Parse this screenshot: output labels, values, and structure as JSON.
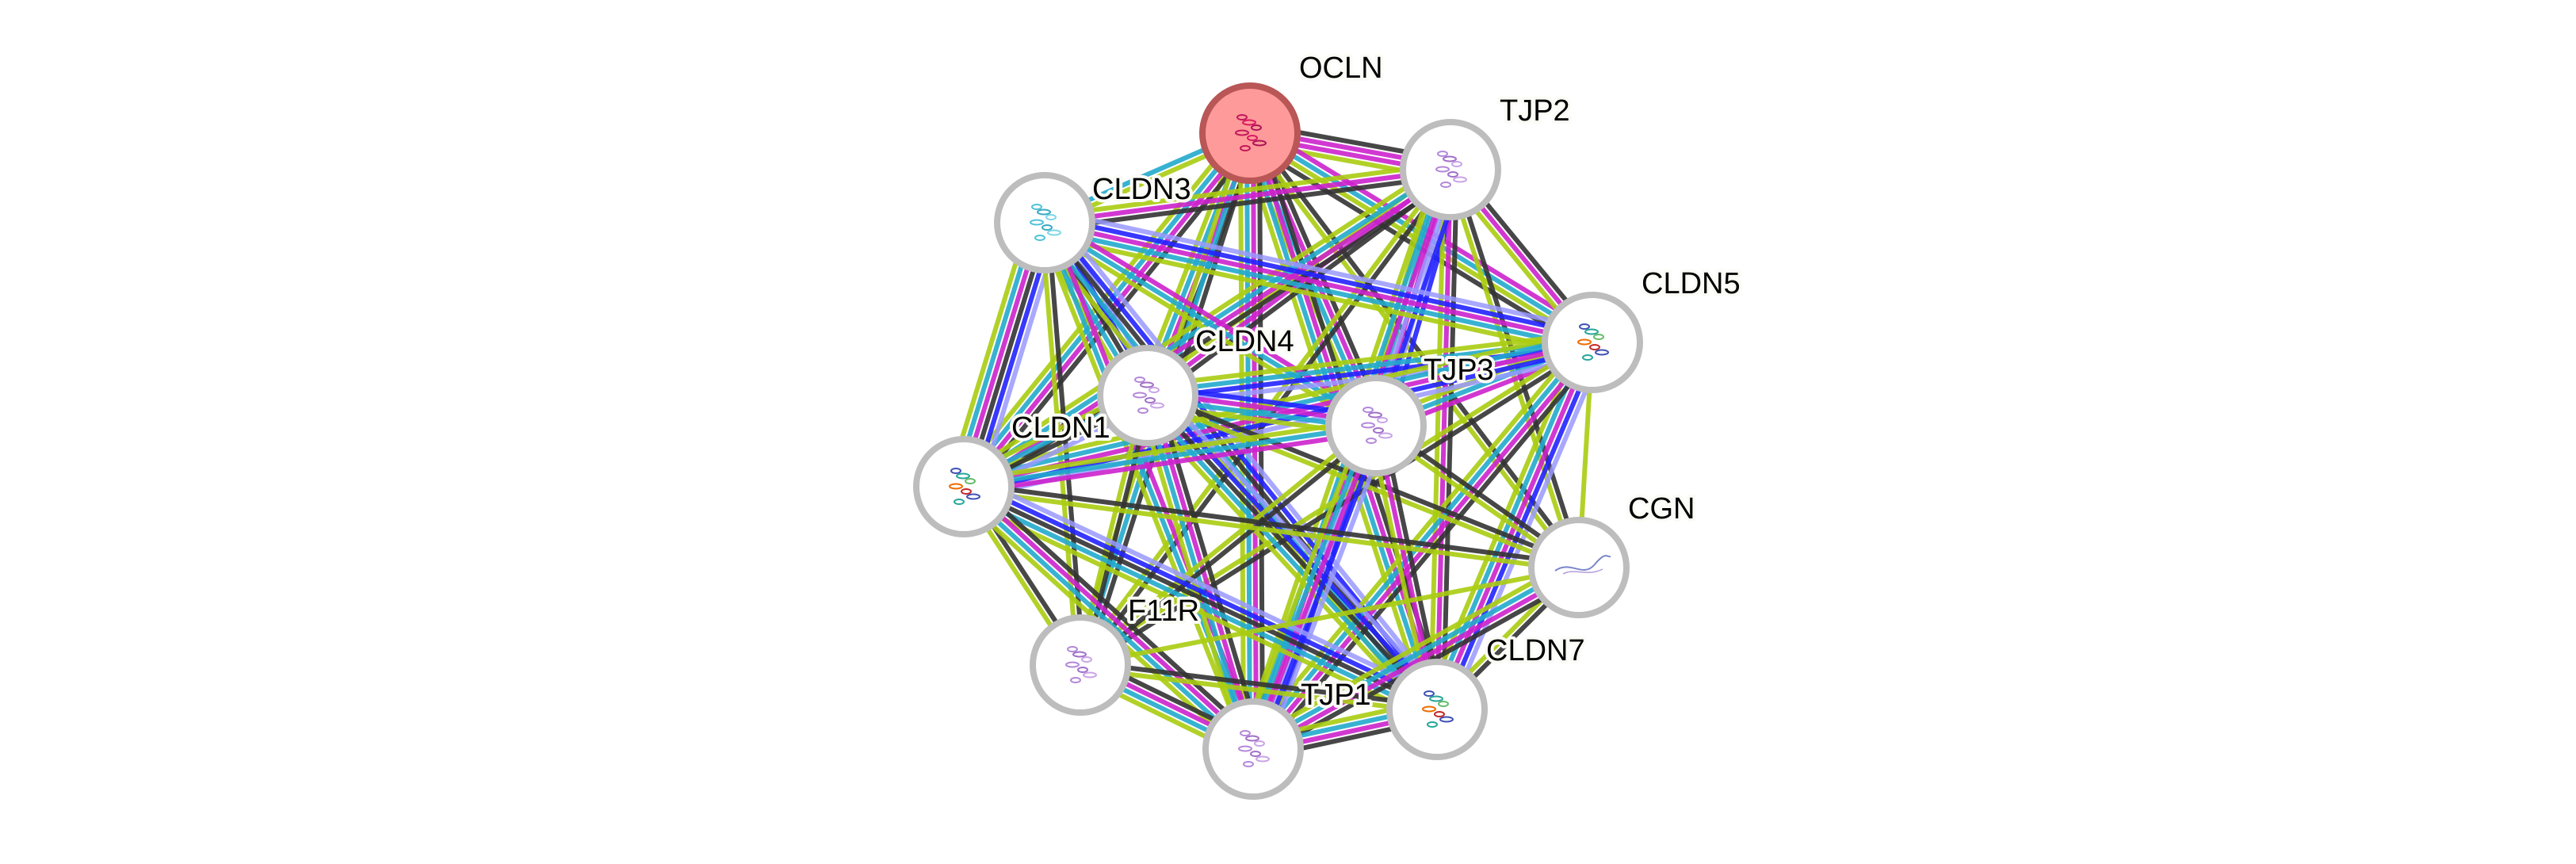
{
  "title": "STRING protein interaction network",
  "query_protein": "OCLN",
  "colors": {
    "query_fill": "#ff9a9a",
    "query_ring": "#b95656",
    "node_fill": "#ffffff",
    "node_ring": "#bdbdbd",
    "edge_types": {
      "coexpression": "#333333",
      "experiments": "#cc22cc",
      "databases": "#22aacc",
      "textmining": "#aacc11",
      "gene_fusion": "#2222ff",
      "homology": "#9999ff"
    }
  },
  "nodes": [
    {
      "id": "OCLN",
      "label": "OCLN",
      "query": true,
      "structure_icon": "protein-structure-magenta"
    },
    {
      "id": "TJP2",
      "label": "TJP2",
      "query": false,
      "structure_icon": "protein-structure-purple"
    },
    {
      "id": "CLDN3",
      "label": "CLDN3",
      "query": false,
      "structure_icon": "protein-structure-cyan"
    },
    {
      "id": "CLDN5",
      "label": "CLDN5",
      "query": false,
      "structure_icon": "protein-structure-rainbow"
    },
    {
      "id": "CLDN4",
      "label": "CLDN4",
      "query": false,
      "structure_icon": "protein-structure-purple"
    },
    {
      "id": "TJP3",
      "label": "TJP3",
      "query": false,
      "structure_icon": "protein-structure-purple"
    },
    {
      "id": "CLDN1",
      "label": "CLDN1",
      "query": false,
      "structure_icon": "protein-structure-rainbow"
    },
    {
      "id": "CGN",
      "label": "CGN",
      "query": false,
      "structure_icon": "protein-structure-blue"
    },
    {
      "id": "F11R",
      "label": "F11R",
      "query": false,
      "structure_icon": "protein-structure-purple"
    },
    {
      "id": "CLDN7",
      "label": "CLDN7",
      "query": false,
      "structure_icon": "protein-structure-rainbow"
    },
    {
      "id": "TJP1",
      "label": "TJP1",
      "query": false,
      "structure_icon": "protein-structure-purple"
    }
  ],
  "edges": [
    {
      "source": "OCLN",
      "target": "TJP2",
      "types": [
        "coexpression",
        "experiments",
        "experiments",
        "textmining"
      ]
    },
    {
      "source": "OCLN",
      "target": "CLDN3",
      "types": [
        "textmining",
        "databases"
      ]
    },
    {
      "source": "OCLN",
      "target": "CLDN5",
      "types": [
        "experiments",
        "databases",
        "textmining",
        "coexpression"
      ]
    },
    {
      "source": "OCLN",
      "target": "CLDN4",
      "types": [
        "coexpression",
        "experiments",
        "databases",
        "textmining"
      ]
    },
    {
      "source": "OCLN",
      "target": "TJP3",
      "types": [
        "coexpression",
        "experiments",
        "databases",
        "textmining"
      ]
    },
    {
      "source": "OCLN",
      "target": "CLDN1",
      "types": [
        "coexpression",
        "experiments",
        "databases",
        "textmining"
      ]
    },
    {
      "source": "OCLN",
      "target": "CGN",
      "types": [
        "coexpression",
        "textmining"
      ]
    },
    {
      "source": "OCLN",
      "target": "F11R",
      "types": [
        "coexpression",
        "databases",
        "textmining"
      ]
    },
    {
      "source": "OCLN",
      "target": "CLDN7",
      "types": [
        "coexpression",
        "experiments",
        "databases",
        "textmining"
      ]
    },
    {
      "source": "OCLN",
      "target": "TJP1",
      "types": [
        "coexpression",
        "experiments",
        "databases",
        "textmining"
      ]
    },
    {
      "source": "TJP2",
      "target": "CLDN3",
      "types": [
        "coexpression",
        "experiments",
        "textmining"
      ]
    },
    {
      "source": "TJP2",
      "target": "CLDN5",
      "types": [
        "coexpression",
        "experiments",
        "textmining"
      ]
    },
    {
      "source": "TJP2",
      "target": "CLDN4",
      "types": [
        "coexpression",
        "experiments",
        "textmining"
      ]
    },
    {
      "source": "TJP2",
      "target": "TJP3",
      "types": [
        "gene_fusion",
        "homology",
        "experiments",
        "databases",
        "textmining"
      ]
    },
    {
      "source": "TJP2",
      "target": "CLDN1",
      "types": [
        "coexpression",
        "experiments",
        "databases",
        "textmining"
      ]
    },
    {
      "source": "TJP2",
      "target": "CGN",
      "types": [
        "coexpression",
        "textmining"
      ]
    },
    {
      "source": "TJP2",
      "target": "F11R",
      "types": [
        "coexpression",
        "textmining"
      ]
    },
    {
      "source": "TJP2",
      "target": "CLDN7",
      "types": [
        "coexpression",
        "experiments",
        "textmining"
      ]
    },
    {
      "source": "TJP2",
      "target": "TJP1",
      "types": [
        "gene_fusion",
        "homology",
        "experiments",
        "databases",
        "textmining"
      ]
    },
    {
      "source": "CLDN3",
      "target": "CLDN5",
      "types": [
        "homology",
        "gene_fusion",
        "experiments",
        "databases",
        "textmining"
      ]
    },
    {
      "source": "CLDN3",
      "target": "CLDN4",
      "types": [
        "homology",
        "gene_fusion",
        "coexpression",
        "databases",
        "textmining"
      ]
    },
    {
      "source": "CLDN3",
      "target": "TJP3",
      "types": [
        "experiments",
        "databases",
        "textmining"
      ]
    },
    {
      "source": "CLDN3",
      "target": "CLDN1",
      "types": [
        "homology",
        "gene_fusion",
        "coexpression",
        "experiments",
        "databases",
        "textmining"
      ]
    },
    {
      "source": "CLDN3",
      "target": "F11R",
      "types": [
        "coexpression",
        "textmining"
      ]
    },
    {
      "source": "CLDN3",
      "target": "CLDN7",
      "types": [
        "homology",
        "gene_fusion",
        "coexpression",
        "databases",
        "textmining"
      ]
    },
    {
      "source": "CLDN3",
      "target": "TJP1",
      "types": [
        "experiments",
        "databases",
        "textmining"
      ]
    },
    {
      "source": "CLDN5",
      "target": "CLDN4",
      "types": [
        "homology",
        "gene_fusion",
        "databases",
        "textmining"
      ]
    },
    {
      "source": "CLDN5",
      "target": "TJP3",
      "types": [
        "experiments",
        "databases",
        "textmining"
      ]
    },
    {
      "source": "CLDN5",
      "target": "CLDN1",
      "types": [
        "homology",
        "gene_fusion",
        "experiments",
        "databases",
        "textmining"
      ]
    },
    {
      "source": "CLDN5",
      "target": "CGN",
      "types": [
        "textmining"
      ]
    },
    {
      "source": "CLDN5",
      "target": "F11R",
      "types": [
        "coexpression",
        "textmining"
      ]
    },
    {
      "source": "CLDN5",
      "target": "CLDN7",
      "types": [
        "homology",
        "gene_fusion",
        "experiments",
        "databases",
        "textmining"
      ]
    },
    {
      "source": "CLDN5",
      "target": "TJP1",
      "types": [
        "coexpression",
        "experiments",
        "databases",
        "textmining"
      ]
    },
    {
      "source": "CLDN4",
      "target": "TJP3",
      "types": [
        "gene_fusion",
        "experiments",
        "databases",
        "textmining"
      ]
    },
    {
      "source": "CLDN4",
      "target": "CLDN1",
      "types": [
        "homology",
        "coexpression",
        "databases",
        "textmining"
      ]
    },
    {
      "source": "CLDN4",
      "target": "CGN",
      "types": [
        "coexpression",
        "textmining"
      ]
    },
    {
      "source": "CLDN4",
      "target": "F11R",
      "types": [
        "coexpression",
        "textmining"
      ]
    },
    {
      "source": "CLDN4",
      "target": "CLDN7",
      "types": [
        "homology",
        "gene_fusion",
        "coexpression",
        "databases",
        "textmining"
      ]
    },
    {
      "source": "CLDN4",
      "target": "TJP1",
      "types": [
        "coexpression",
        "experiments",
        "databases",
        "textmining"
      ]
    },
    {
      "source": "TJP3",
      "target": "CLDN1",
      "types": [
        "experiments",
        "databases",
        "textmining"
      ]
    },
    {
      "source": "TJP3",
      "target": "CGN",
      "types": [
        "coexpression",
        "textmining"
      ]
    },
    {
      "source": "TJP3",
      "target": "F11R",
      "types": [
        "coexpression",
        "textmining"
      ]
    },
    {
      "source": "TJP3",
      "target": "CLDN7",
      "types": [
        "coexpression",
        "experiments",
        "textmining"
      ]
    },
    {
      "source": "TJP3",
      "target": "TJP1",
      "types": [
        "homology",
        "gene_fusion",
        "experiments",
        "databases",
        "textmining"
      ]
    },
    {
      "source": "CLDN1",
      "target": "CGN",
      "types": [
        "coexpression",
        "textmining"
      ]
    },
    {
      "source": "CLDN1",
      "target": "F11R",
      "types": [
        "coexpression",
        "textmining"
      ]
    },
    {
      "source": "CLDN1",
      "target": "CLDN7",
      "types": [
        "homology",
        "gene_fusion",
        "coexpression",
        "databases",
        "textmining"
      ]
    },
    {
      "source": "CLDN1",
      "target": "TJP1",
      "types": [
        "coexpression",
        "experiments",
        "databases",
        "textmining"
      ]
    },
    {
      "source": "CGN",
      "target": "F11R",
      "types": [
        "textmining"
      ]
    },
    {
      "source": "CGN",
      "target": "CLDN7",
      "types": [
        "coexpression",
        "textmining"
      ]
    },
    {
      "source": "CGN",
      "target": "TJP1",
      "types": [
        "coexpression",
        "experiments",
        "databases",
        "textmining"
      ]
    },
    {
      "source": "F11R",
      "target": "CLDN7",
      "types": [
        "coexpression",
        "textmining"
      ]
    },
    {
      "source": "F11R",
      "target": "TJP1",
      "types": [
        "coexpression",
        "experiments",
        "databases",
        "textmining"
      ]
    },
    {
      "source": "CLDN7",
      "target": "TJP1",
      "types": [
        "coexpression",
        "experiments",
        "databases",
        "textmining"
      ]
    }
  ]
}
